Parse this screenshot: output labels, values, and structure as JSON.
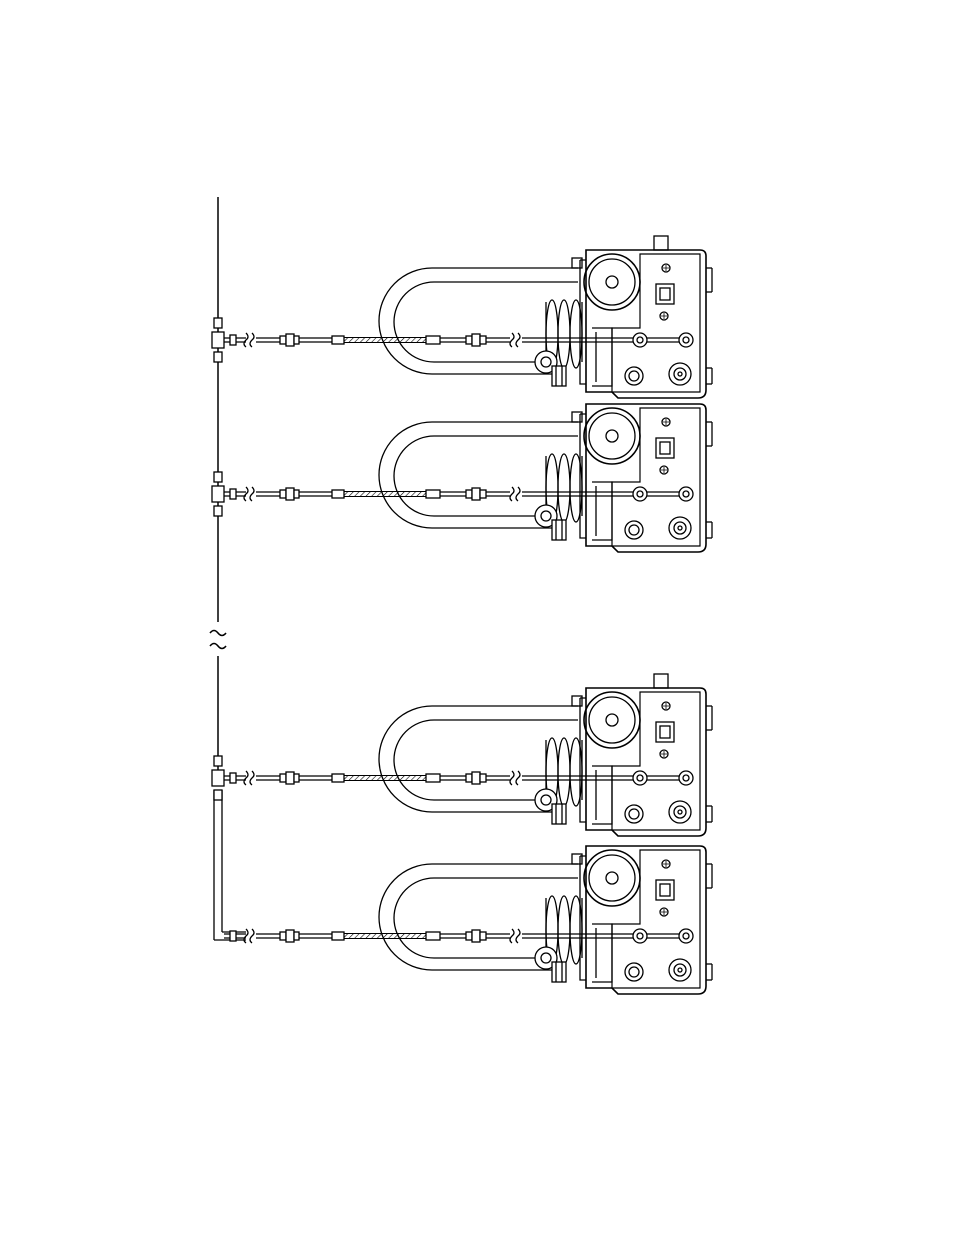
{
  "diagram": {
    "units": [
      {
        "index": 1
      },
      {
        "index": 2
      },
      {
        "index": 3
      },
      {
        "index": 4
      }
    ],
    "break_symbol": "≈",
    "colors": {
      "line": "#000000",
      "background": "#ffffff"
    },
    "icons": [
      "break-icon",
      "tee-connector-icon",
      "coil-icon",
      "knob-icon"
    ]
  }
}
